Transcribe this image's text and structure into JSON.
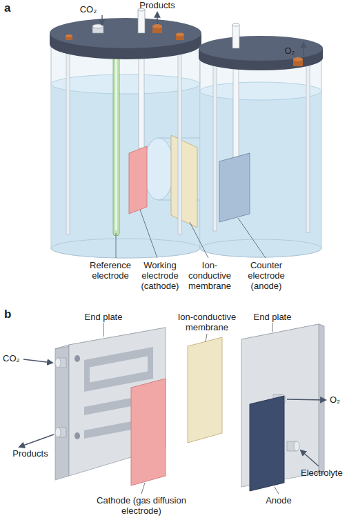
{
  "diagram": {
    "labels": [
      "a",
      "CO₂",
      "Products",
      "O₂",
      "Reference electrode",
      "Working electrode (cathode)",
      "Ion-conductive membrane",
      "Counter electrode (anode)",
      "b",
      "End plate",
      "Ion-conductive membrane",
      "End plate",
      "CO₂",
      "Products",
      "O₂",
      "Electrolyte",
      "Cathode (gas diffusion electrode)",
      "Anode"
    ]
  }
}
